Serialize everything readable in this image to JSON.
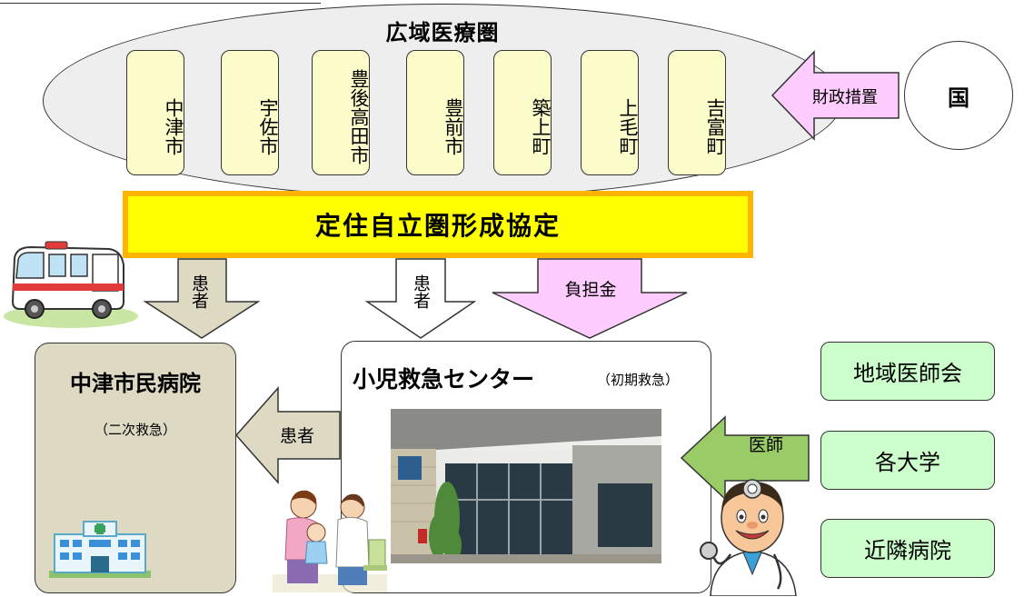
{
  "region": {
    "title": "広域医療圏",
    "cities": [
      "中津市",
      "宇佐市",
      "豊後高田市",
      "豊前市",
      "築上町",
      "上毛町",
      "吉富町"
    ]
  },
  "country": {
    "label": "国"
  },
  "fiscal": {
    "label": "財政措置"
  },
  "agreement": {
    "label": "定住自立圏形成協定"
  },
  "arrows": {
    "patient_left": "患者",
    "patient_mid": "患者",
    "burden": "負担金",
    "patient_transfer": "患者",
    "doctor": "医師"
  },
  "hospital": {
    "name": "中津市民病院",
    "note": "（二次救急）"
  },
  "center": {
    "title": "小児救急センター",
    "note": "（初期救急）"
  },
  "partners": [
    "地域医師会",
    "各大学",
    "近隣病院"
  ],
  "colors": {
    "region_fill": "#eeeeee",
    "city_fill": "#fdfdcb",
    "agreement_fill": "#ffff00",
    "agreement_border": "#ffb400",
    "hospital_fill": "#ddd9c3",
    "partner_fill": "#ccffcc",
    "burden_arrow_fill": "#ffccff",
    "doctor_arrow_fill": "#99cc66",
    "patient_arrow_fill": "#ddd9c3"
  }
}
